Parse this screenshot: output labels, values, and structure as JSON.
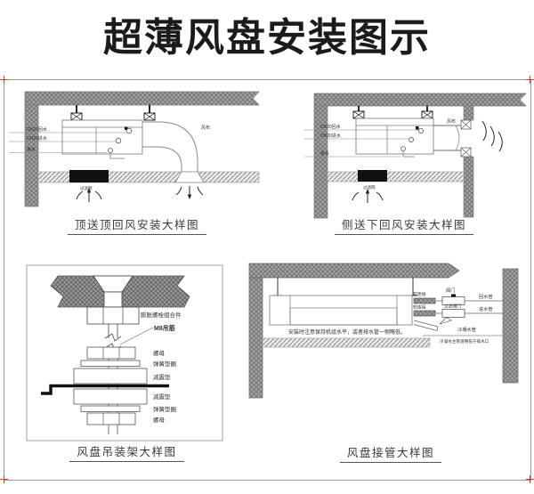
{
  "title": "超薄风盘安装图示",
  "captions": {
    "top_left": "顶送顶回风安装大样图",
    "top_right": "侧送下回风安装大样图",
    "bottom_left": "风盘吊装架大样图",
    "bottom_right": "风盘接管大样图"
  },
  "coil_labels": {
    "dn20_return": "DN20回水",
    "dn20_supply": "DN20进水",
    "drain": "排水",
    "filter_mesh": "过滤网",
    "canvas_duct": "风布"
  },
  "hanger_labels": {
    "anchor_assembly": "膨胀螺栓组合件",
    "m8_rod": "M8吊筋",
    "nut": "螺母",
    "spring_washer": "弹簧垫圈",
    "damper_pad": "减震垫"
  },
  "piping_labels": {
    "flex_joint": "软连接",
    "valve": "阀门",
    "return_pipe": "回水管",
    "filter_valve": "过滤阀门",
    "supply_pipe": "进水管",
    "condensate_pipe": "冷凝水管",
    "condensate_note": "冷凝水主管道略低于排水口",
    "level_note": "安装时注意保持机组水平，或者排水管一侧略低。"
  },
  "colors": {
    "ink": "#1b1b1b",
    "line": "#777777",
    "frame": "#9a9a9a",
    "corner_mark": "#cc3b30",
    "hatch_gray": "#a6a6a6",
    "solid_black": "#111111"
  }
}
